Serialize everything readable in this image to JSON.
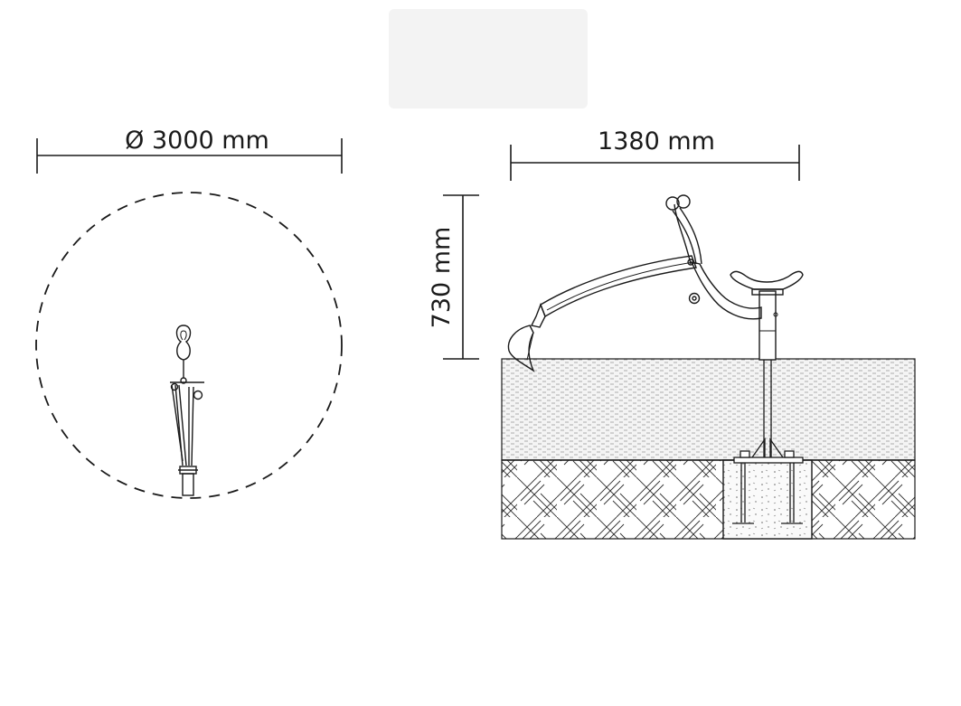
{
  "top_view": {
    "diameter_label": "Ø 3000 mm"
  },
  "side_view": {
    "width_label": "1380 mm",
    "height_label": "730 mm"
  },
  "colors": {
    "line": "#1a1a1a",
    "surfacing_fill": "#f2f2f2",
    "soil_fill": "#ffffff",
    "concrete_fill": "#f7f7f7",
    "watermark": "#f3f3f3"
  }
}
